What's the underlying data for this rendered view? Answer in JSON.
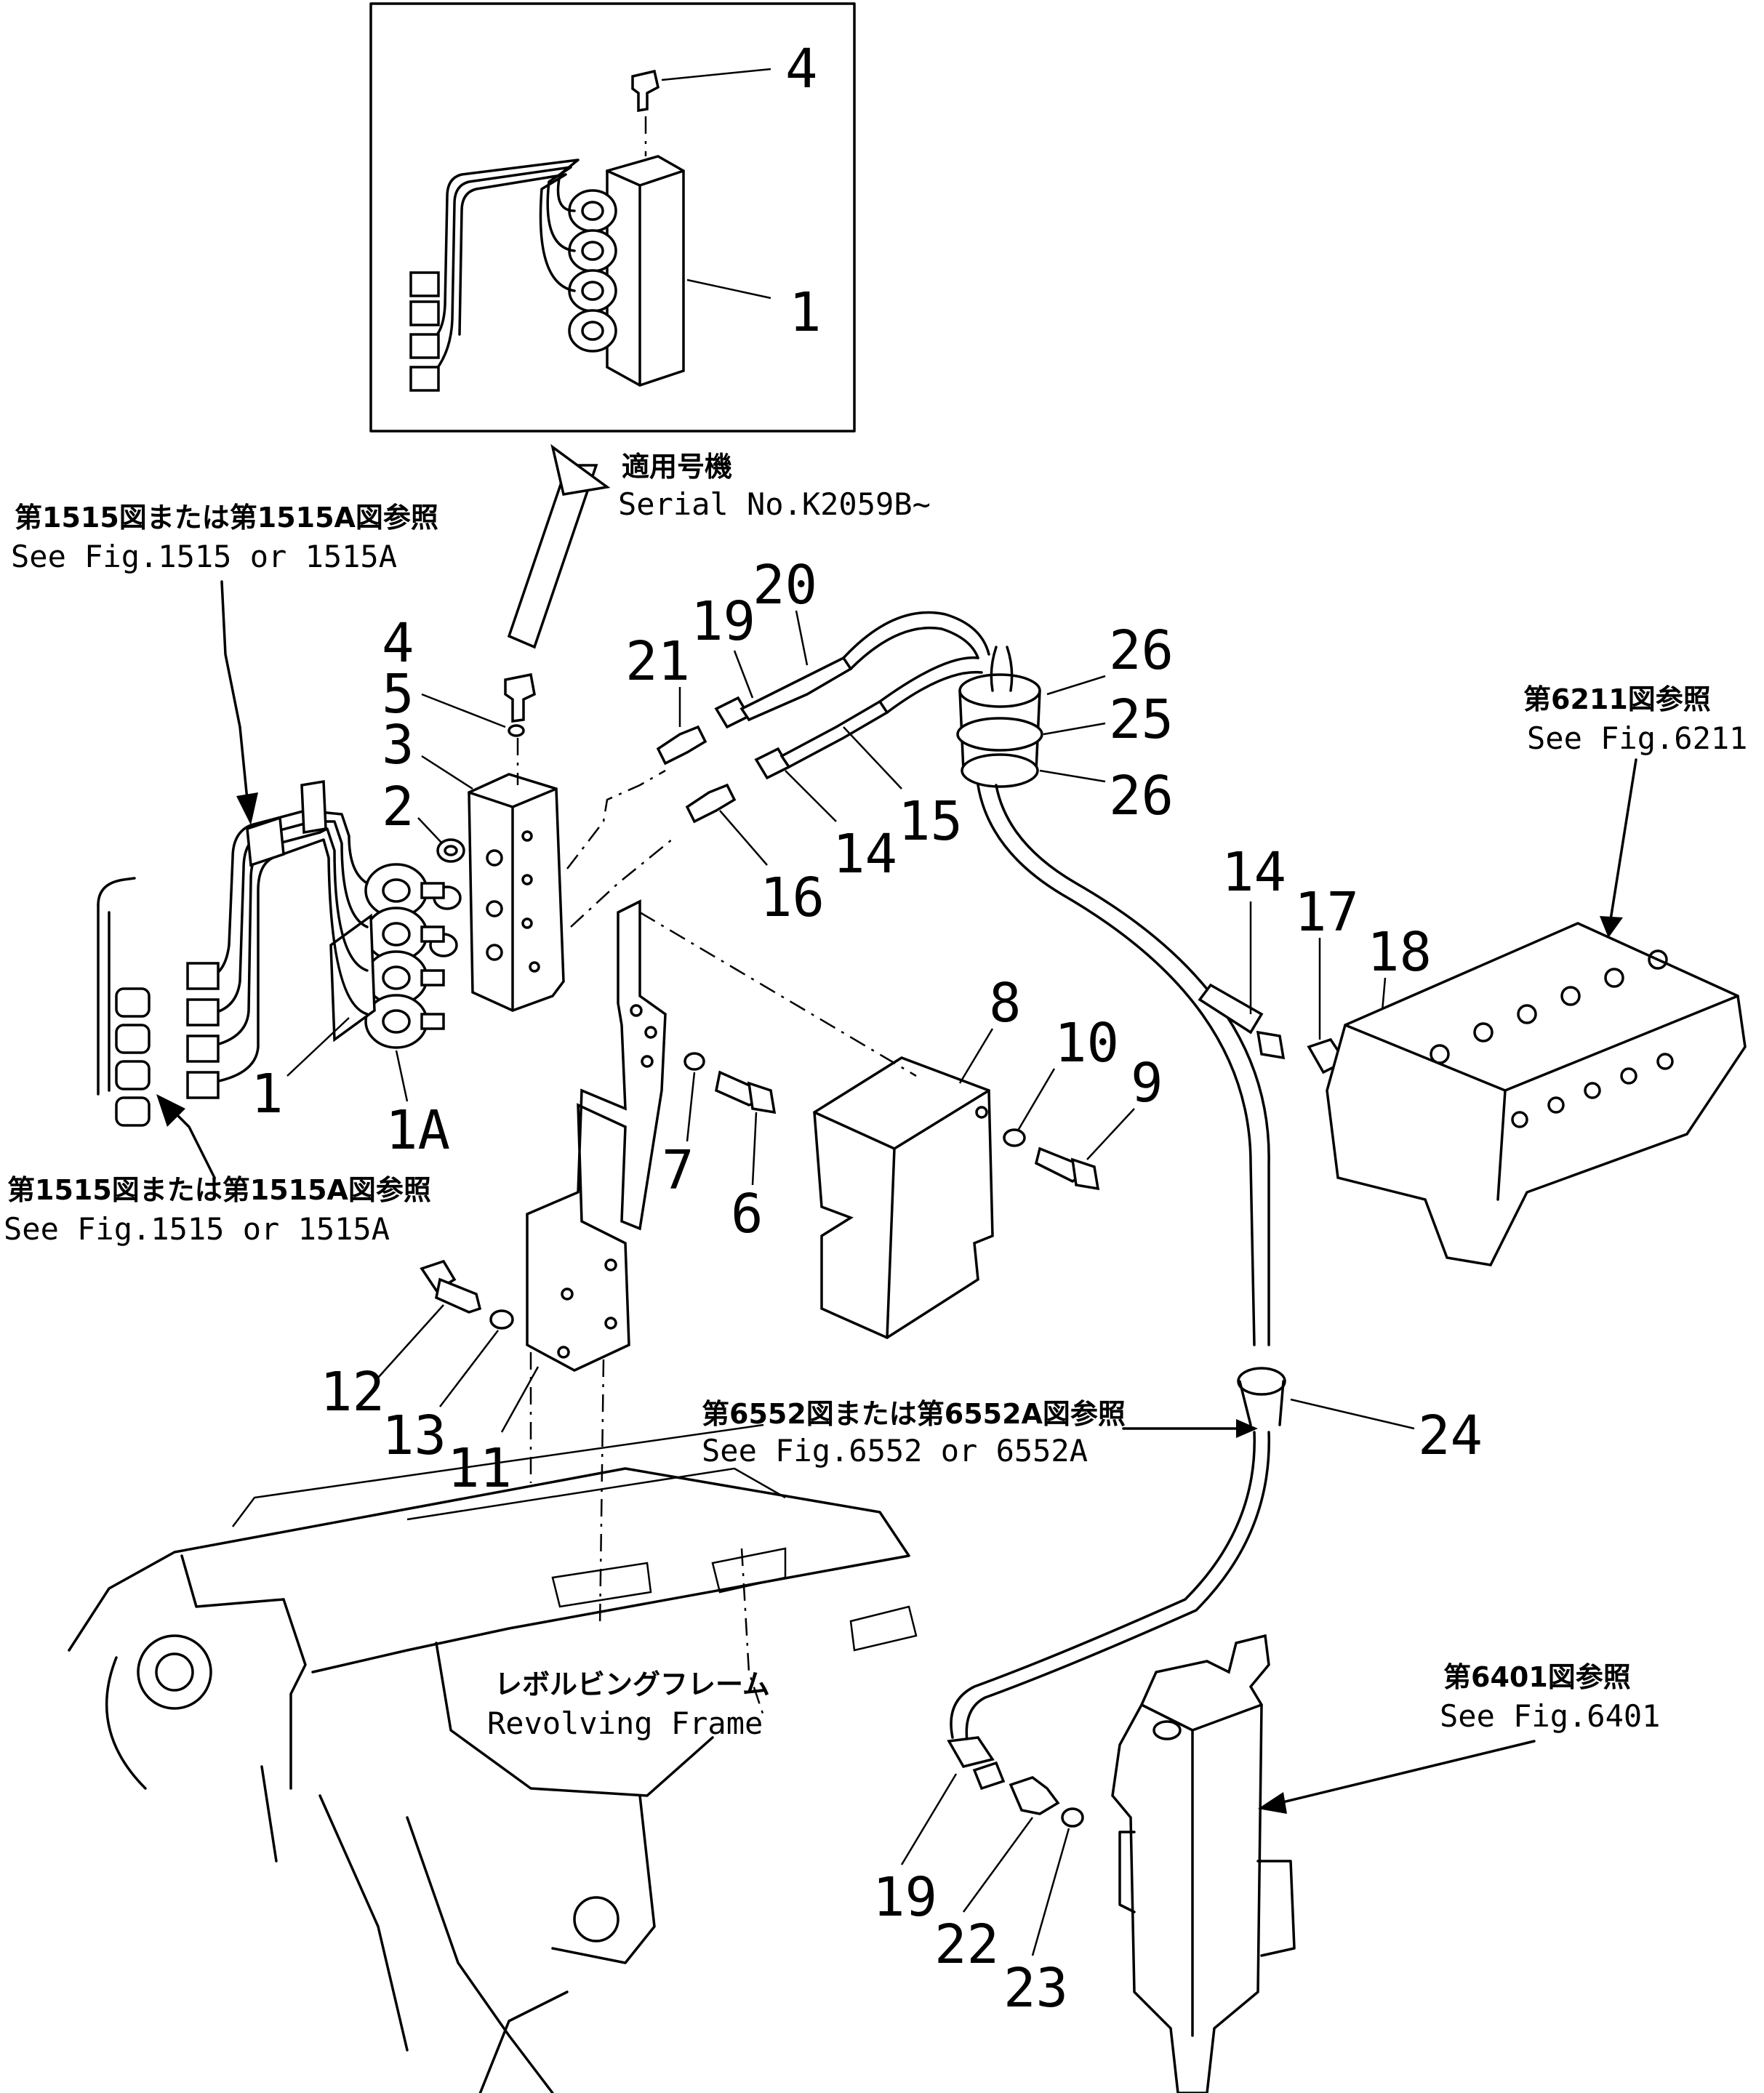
{
  "part_numbers": {
    "p4_inset": "4",
    "p1_inset": "1",
    "p4": "4",
    "p5": "5",
    "p3": "3",
    "p2": "2",
    "p1": "1",
    "p1A": "1A",
    "p21": "21",
    "p19": "19",
    "p20": "20",
    "p16": "16",
    "p14": "14",
    "p15": "15",
    "p26a": "26",
    "p25": "25",
    "p26b": "26",
    "p14b": "14",
    "p17": "17",
    "p18": "18",
    "p8": "8",
    "p10": "10",
    "p9": "9",
    "p7": "7",
    "p6": "6",
    "p12": "12",
    "p13": "13",
    "p11": "11",
    "p24": "24",
    "p19b": "19",
    "p22": "22",
    "p23": "23"
  },
  "callouts": {
    "serial_jp": "適用号機",
    "serial_en": "Serial No.K2059B~",
    "fig1515_top_jp": "第1515図または第1515A図参照",
    "fig1515_top_en": "See Fig.1515 or 1515A",
    "fig1515_bottom_jp": "第1515図または第1515A図参照",
    "fig1515_bottom_en": "See Fig.1515 or 1515A",
    "fig6211_jp": "第6211図参照",
    "fig6211_en": "See Fig.6211",
    "fig6552_jp": "第6552図または第6552A図参照",
    "fig6552_en": "See Fig.6552 or 6552A",
    "fig6401_jp": "第6401図参照",
    "fig6401_en": "See Fig.6401",
    "frame_jp": "レボルビングフレーム",
    "frame_en": "Revolving Frame"
  }
}
